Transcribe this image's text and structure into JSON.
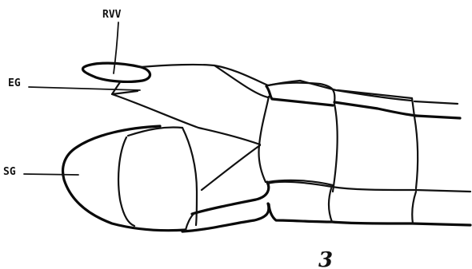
{
  "labels": {
    "rvv": "RVV",
    "eg": "EG",
    "sg": "SG"
  },
  "figure_number": "3"
}
